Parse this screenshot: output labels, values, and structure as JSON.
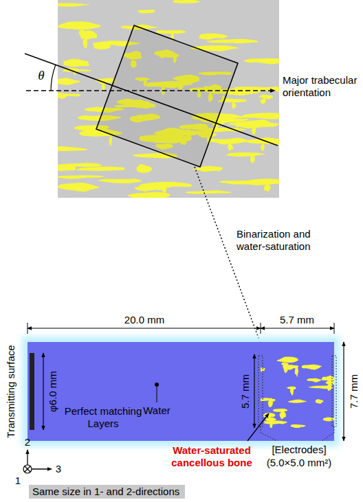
{
  "diagram": {
    "nodes": [
      {
        "text": [
          "Same size in 1- and 2-directions"
        ]
      }
    ],
    "labels": [
      "θ",
      "Major trabecular orientation",
      "Binarization and water-saturation",
      "20.0 mm",
      "5.7 mm",
      "Transmitting surface",
      "φ6.0 mm",
      "5.7 mm",
      "7.7 mm",
      "Perfect matching Layers",
      "Water",
      "Water-saturated cancellous bone",
      "[Electrodes]",
      "(5.0×5.0 mm²)",
      "2",
      "1",
      "3"
    ]
  }
}
